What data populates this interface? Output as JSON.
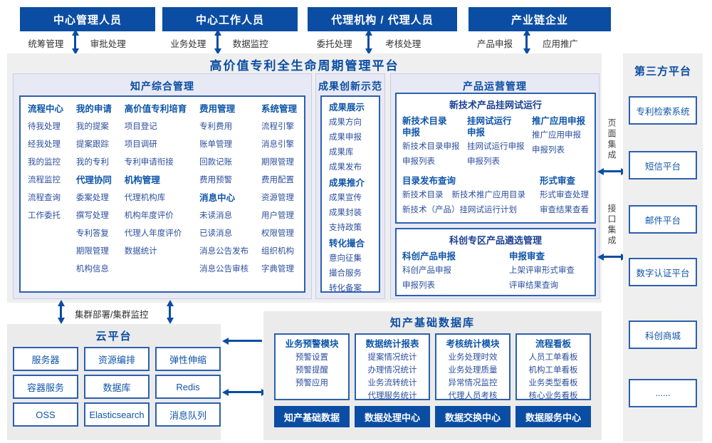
{
  "palette": {
    "primary": "#0b4da2",
    "panel-border": "#2d5fae",
    "section-bg": "#e7e9f5",
    "section-border": "#c6cde8",
    "area-bg": "#efefef",
    "container-bg": "#ebebeb",
    "item-text": "#2d4f9e",
    "group-title": "#0f55a9",
    "subbox-title": "#1a3f93",
    "role-text": "#333333"
  },
  "actors": [
    {
      "title": "中心管理人员",
      "left": "统筹管理",
      "right": "审批处理"
    },
    {
      "title": "中心工作人员",
      "left": "业务处理",
      "right": "数据监控"
    },
    {
      "title": "代理机构 / 代理人员",
      "left": "委托处理",
      "right": "考核处理"
    },
    {
      "title": "产业链企业",
      "left": "产品申报",
      "right": "应用推广"
    }
  ],
  "platform_title": "高价值专利全生命周期管理平台",
  "ip": {
    "title": "知产综合管理",
    "cols": [
      {
        "groups": [
          {
            "title": "流程中心",
            "items": [
              "待我处理",
              "经我处理",
              "我的监控",
              "流程监控",
              "流程查询",
              "工作委托"
            ]
          }
        ]
      },
      {
        "groups": [
          {
            "title": "我的申请",
            "items": [
              "我的提案",
              "提案跟踪",
              "我的专利"
            ]
          },
          {
            "title": "代理协同",
            "items": [
              "委案处理",
              "撰写处理",
              "专利答复",
              "期限管理",
              "机构信息"
            ]
          }
        ]
      },
      {
        "groups": [
          {
            "title": "高价值专利培育",
            "items": [
              "项目登记",
              "项目调研",
              "专利申请衔接"
            ]
          },
          {
            "title": "机构管理",
            "items": [
              "代理机构库",
              "机构年度评价",
              "代理人年度评价",
              "数据统计"
            ]
          }
        ]
      },
      {
        "groups": [
          {
            "title": "费用管理",
            "items": [
              "专利费用",
              "账单管理",
              "回款记账",
              "费用预警"
            ]
          },
          {
            "title": "消息中心",
            "items": [
              "未读消息",
              "已读消息",
              "消息公告发布",
              "消息公告审核"
            ]
          }
        ]
      },
      {
        "groups": [
          {
            "title": "系统管理",
            "items": [
              "流程引擎",
              "消息引擎",
              "期限管理",
              "费用配置",
              "资源管理",
              "用户管理",
              "权限管理",
              "组织机构",
              "字典管理"
            ]
          }
        ]
      }
    ]
  },
  "achievement": {
    "title": "成果创新示范",
    "groups": [
      {
        "title": "成果展示",
        "items": [
          "成果方向",
          "成果申报",
          "成果库",
          "成果发布"
        ]
      },
      {
        "title": "成果推介",
        "items": [
          "成果宣传",
          "成果封装",
          "支持政策"
        ]
      },
      {
        "title": "转化撮合",
        "items": [
          "意向征集",
          "撮合服务",
          "转化备案"
        ]
      }
    ]
  },
  "product": {
    "title": "产品运营管理",
    "boxA": {
      "title": "新技术产品挂网试运行",
      "cols": [
        {
          "title": "新技术目录申报",
          "items": [
            "新技术目录申报",
            "申报列表"
          ]
        },
        {
          "title": "挂网试运行申报",
          "items": [
            "挂网试运行申报",
            "申报列表"
          ]
        },
        {
          "title": "推广应用申报",
          "items": [
            "推广应用申报",
            "申报列表"
          ]
        }
      ],
      "catalog": {
        "title": "目录发布查询",
        "row1a": "新技术目录",
        "row1b": "新技术推广应用目录",
        "row2": "新技术（产品）挂网试运行计划"
      },
      "formal": {
        "title": "形式审查",
        "items": [
          "形式审查处理",
          "审查结果查看"
        ]
      }
    },
    "boxB": {
      "title": "科创专区产品遴选管理",
      "cols": [
        {
          "title": "科创产品申报",
          "items": [
            "科创产品申报",
            "申报列表"
          ]
        },
        {
          "title": "申报审查",
          "items": [
            "上架评审形式审查",
            "评审结果查询"
          ]
        }
      ]
    }
  },
  "third_party": {
    "title": "第三方平台",
    "items": [
      "专利检索系统",
      "短信平台",
      "邮件平台",
      "数字认证平台",
      "科创商城",
      "......"
    ]
  },
  "integration": {
    "page": "页面集成",
    "api": "接口集成"
  },
  "cluster_label": "集群部署/集群监控",
  "cloud": {
    "title": "云平台",
    "items": [
      "服务器",
      "资源编排",
      "弹性伸缩",
      "容器服务",
      "数据库",
      "Redis",
      "OSS",
      "Elasticsearch",
      "消息队列"
    ]
  },
  "database": {
    "title": "知产基础数据库",
    "modules": [
      {
        "title": "业务预警模块",
        "items": [
          "预警设置",
          "预警提醒",
          "预警应用"
        ]
      },
      {
        "title": "数据统计报表",
        "items": [
          "提案情况统计",
          "办理情况统计",
          "业务流转统计",
          "代理服务统计"
        ]
      },
      {
        "title": "考核统计模块",
        "items": [
          "业务处理时效",
          "业务处理质量",
          "异常情况监控",
          "代理人员考核"
        ]
      },
      {
        "title": "流程看板",
        "items": [
          "人员工单看板",
          "机构工单看板",
          "业务类型看板",
          "核心业务看板"
        ]
      }
    ],
    "centers": [
      "知产基础数据",
      "数据处理中心",
      "数据交换中心",
      "数据服务中心"
    ]
  }
}
